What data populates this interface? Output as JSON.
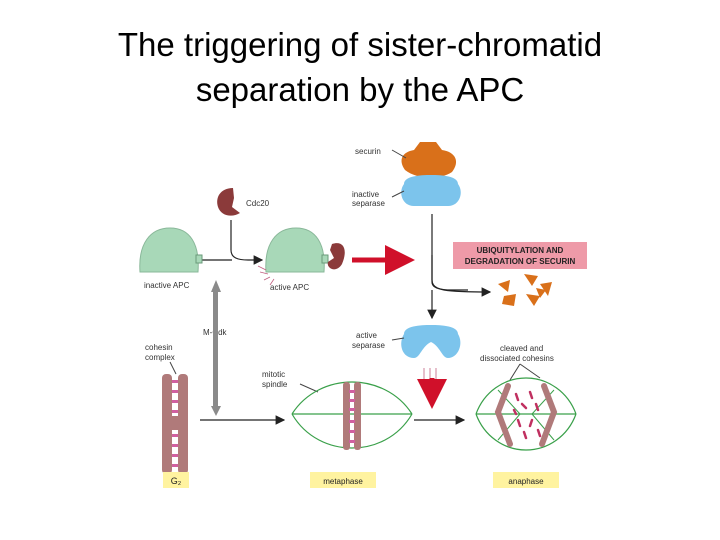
{
  "slide": {
    "title_line1": "The triggering of sister-chromatid",
    "title_line2": "separation by the APC"
  },
  "labels": {
    "securin": "securin",
    "inactive_separase_1": "inactive",
    "inactive_separase_2": "separase",
    "cdc20": "Cdc20",
    "degradation_1": "UBIQUITYLATION AND",
    "degradation_2": "DEGRADATION OF SECURIN",
    "inactive_apc": "inactive APC",
    "active_apc": "active APC",
    "m_cdk": "M-Cdk",
    "active_separase_1": "active",
    "active_separase_2": "separase",
    "cohesin_1": "cohesin",
    "cohesin_2": "complex",
    "mitotic_1": "mitotic",
    "mitotic_2": "spindle",
    "cleaved_1": "cleaved and",
    "cleaved_2": "dissociated cohesins",
    "stage_g2": "G₂",
    "stage_metaphase": "metaphase",
    "stage_anaphase": "anaphase"
  },
  "colors": {
    "apc_green": "#a8d8b8",
    "cdc20_brown": "#8b3a3a",
    "securin_orange": "#d9701a",
    "separase_blue": "#7cc4ec",
    "red_arrow": "#d0102a",
    "degradation_box": "#ee9aa8",
    "stage_box": "#fff3a0",
    "chromosome": "#b07a7a",
    "spindle_green": "#3aa04a"
  }
}
